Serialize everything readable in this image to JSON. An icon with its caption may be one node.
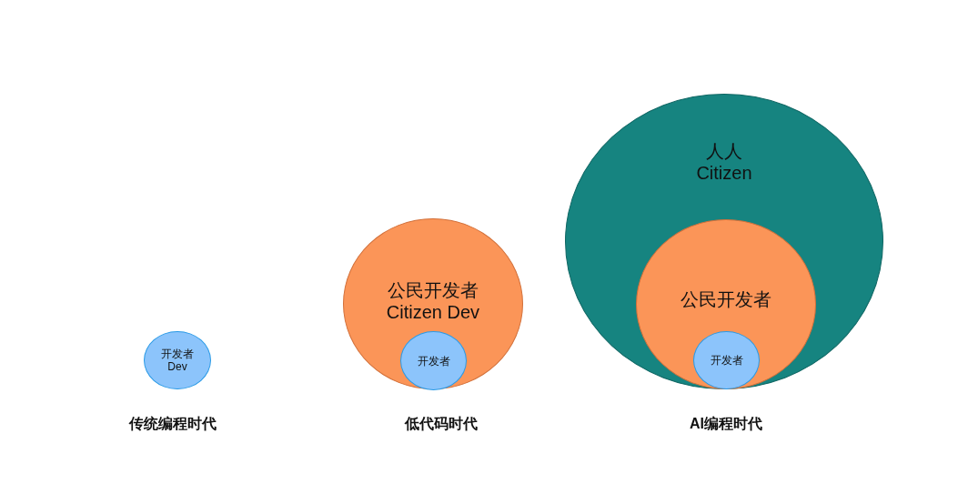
{
  "diagram": {
    "nodes": [
      {
        "text": [
          "开发者",
          "Dev"
        ]
      },
      {
        "text": [
          "公民开发者",
          "Citizen Dev"
        ]
      },
      {
        "text": [
          "开发者"
        ],
        "in": 1
      },
      {
        "text": [
          "人人",
          "Citizen"
        ]
      },
      {
        "text": [
          "公民开发者"
        ],
        "in": 3
      },
      {
        "text": [
          "开发者"
        ],
        "in": 4
      }
    ],
    "edges": [],
    "labels": [
      "传统编程时代",
      "低代码时代",
      "AI编程时代"
    ]
  }
}
